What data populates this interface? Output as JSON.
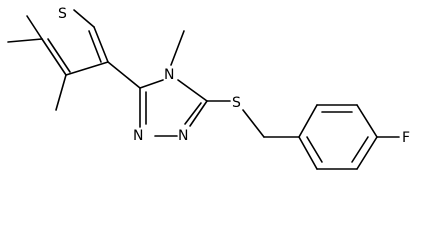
{
  "molecule": {
    "atoms": {
      "sulfur_thiophene": "S",
      "sulfur_thioether": "S",
      "nitrogen_ring": "N",
      "nitrogen_a": "N",
      "nitrogen_b": "N",
      "fluorine": "F"
    }
  },
  "colors": {
    "bond": "#000000",
    "label": "#000000",
    "background": "#ffffff"
  }
}
